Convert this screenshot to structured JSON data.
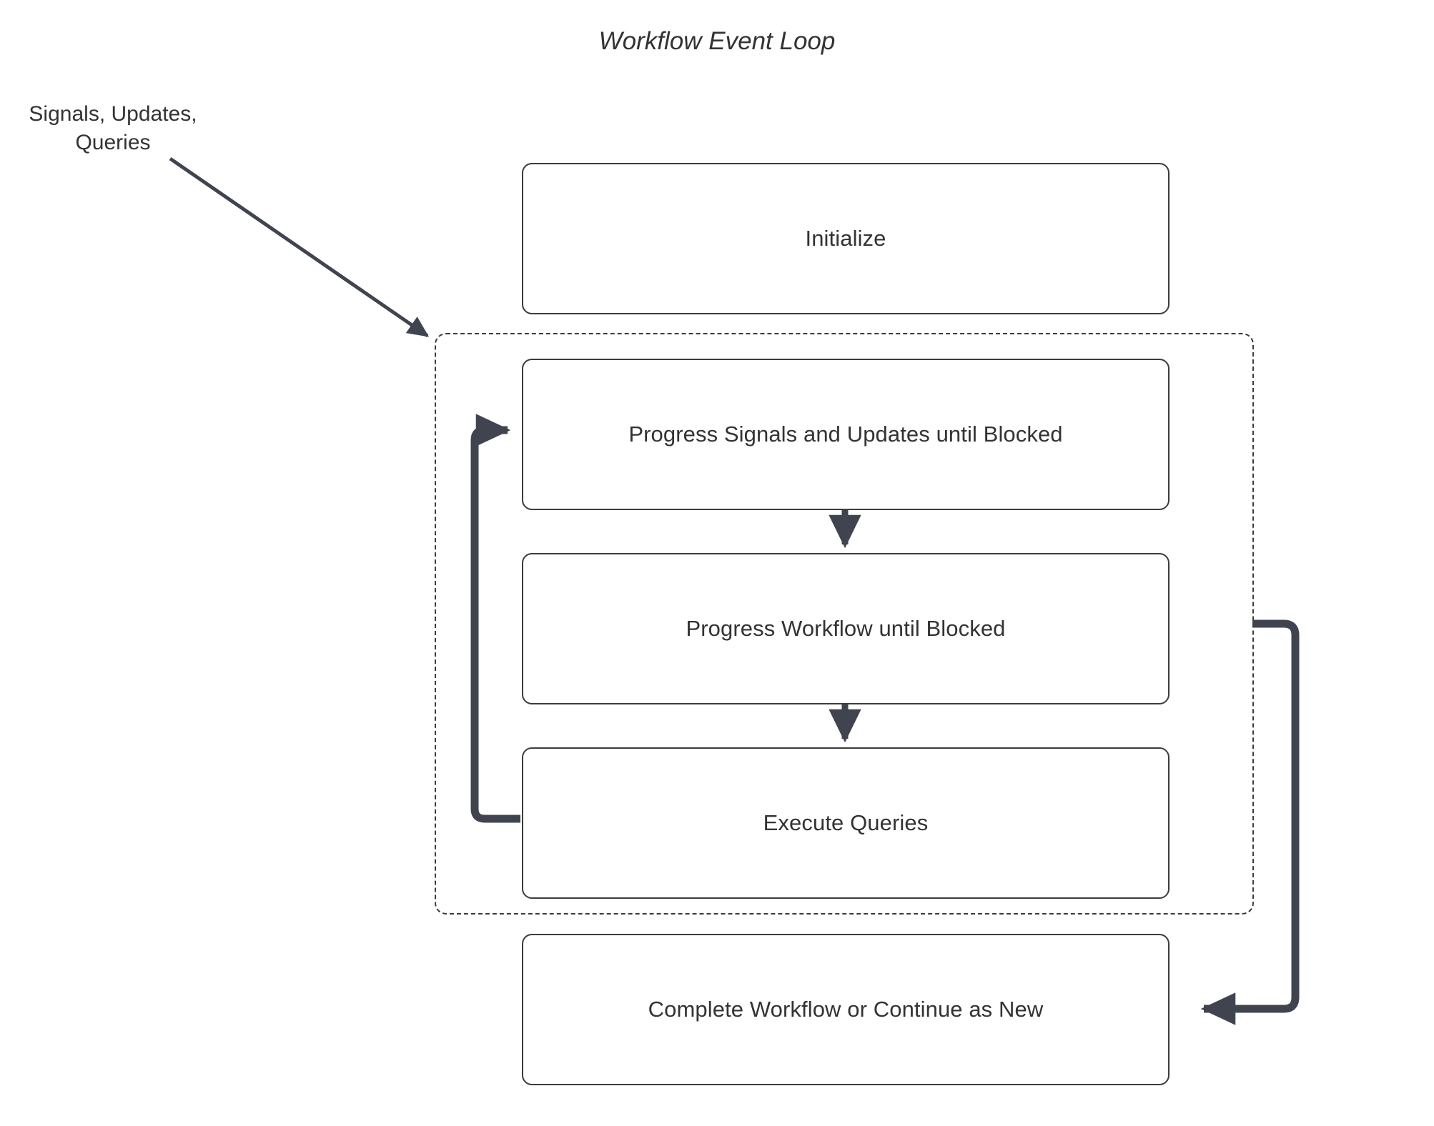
{
  "diagram": {
    "title": "Workflow Event Loop",
    "type": "flowchart",
    "external_input_label": "Signals, Updates,\nQueries",
    "nodes": [
      {
        "id": "initialize",
        "label": "Initialize"
      },
      {
        "id": "progress-signals",
        "label": "Progress Signals and Updates until Blocked"
      },
      {
        "id": "progress-workflow",
        "label": "Progress Workflow until Blocked"
      },
      {
        "id": "execute-queries",
        "label": "Execute Queries"
      },
      {
        "id": "complete-workflow",
        "label": "Complete Workflow or Continue as New"
      }
    ],
    "group": {
      "id": "event-loop-group",
      "label": "",
      "style": "dashed"
    },
    "colors": {
      "stroke": "#3c3c3c",
      "connector": "#3f444f",
      "text": "#333333",
      "background": "#ffffff"
    }
  }
}
